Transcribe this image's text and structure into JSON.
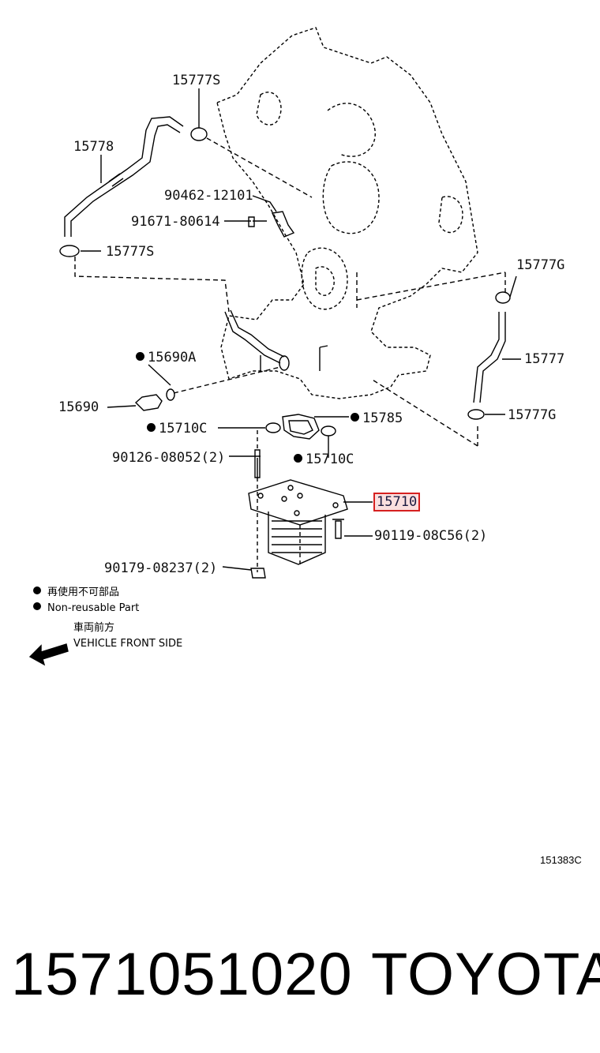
{
  "labels": {
    "clip_top": "15777S",
    "hose_left": "15778",
    "bolt_bracket": "90462-12101",
    "bolt_small": "91671-80614",
    "clip_left": "15777S",
    "clip_right_top": "15777G",
    "hose_right": "15777",
    "gasket_union": "15690A",
    "union": "15690",
    "clip_right_bottom": "15777G",
    "oring_left": "15710C",
    "gasket_plate": "15785",
    "stud": "90126-08052(2)",
    "oring_right": "15710C",
    "cooler": "15710",
    "bolt_cooler": "90119-08C56(2)",
    "nut": "90179-08237(2)"
  },
  "legend": {
    "jp": "再使用不可部品",
    "en": "Non-reusable Part"
  },
  "direction": {
    "jp": "車両前方",
    "en": "VEHICLE FRONT SIDE"
  },
  "diagram_code": "151383C",
  "footer": {
    "part_number": "1571051020",
    "brand": "TOYOTA"
  },
  "colors": {
    "highlight_border": "#d62020",
    "line": "#000000"
  }
}
